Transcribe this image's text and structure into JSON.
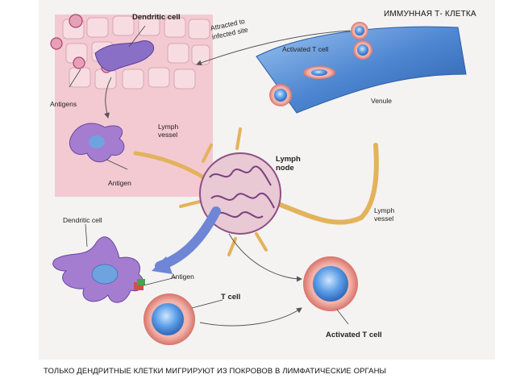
{
  "header": {
    "title": "ИММУННАЯ Т- КЛЕТКА"
  },
  "caption": "ТОЛЬКО ДЕНДРИТНЫЕ КЛЕТКИ МИГРИРУЮТ ИЗ ПОКРОВОВ В ЛИМФАТИЧЕСКИЕ ОРГАНЫ",
  "labels": {
    "dendritic_cell_top": "Dendritic cell",
    "attracted_line1": "Attracted to",
    "attracted_line2": "infected site",
    "activated_t_cell_top": "Activated T cell",
    "antigens": "Antigens",
    "lymph_vessel_top_line1": "Lymph",
    "lymph_vessel_top_line2": "vessel",
    "venule": "Venule",
    "lymph_node_line1": "Lymph",
    "lymph_node_line2": "node",
    "antigen_mid": "Antigen",
    "lymph_vessel_right_line1": "Lymph",
    "lymph_vessel_right_line2": "vessel",
    "dendritic_cell_bottom": "Dendritic cell",
    "antigen_bottom": "Antigen",
    "t_cell": "T cell",
    "activated_t_cell_bottom": "Activated T cell"
  },
  "colors": {
    "tissue_pink": "#f3c9d2",
    "dendritic_purple": "#a57dd0",
    "t_cell_blue": "#5d9ee6",
    "t_cell_rim": "#e59a92",
    "lymph_vessel_orange": "#e3b35b",
    "venule_blue": "#3b76c7",
    "lymph_node_purple": "#7b3f7f",
    "arrow_blue": "#6f86d6"
  }
}
